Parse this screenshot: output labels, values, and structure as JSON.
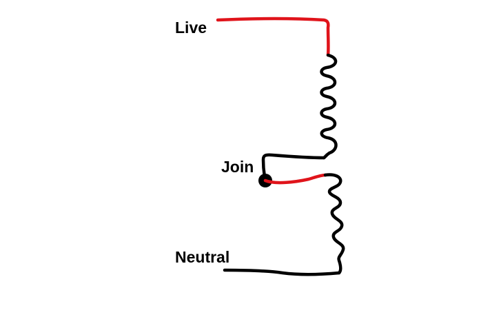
{
  "labels": {
    "live": "Live",
    "join": "Join",
    "neutral": "Neutral"
  },
  "colors": {
    "live_wire": "#e0141b",
    "neutral_wire": "#000000",
    "join_dot": "#000000",
    "background": "#ffffff"
  }
}
